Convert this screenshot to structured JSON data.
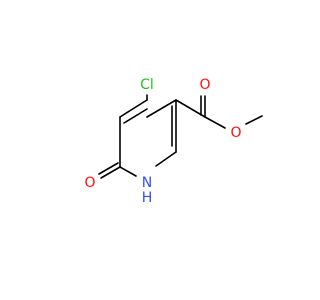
{
  "molecule": {
    "atoms": [
      {
        "id": "cl",
        "label": "Cl",
        "element": "Cl",
        "color": "#1fc41f"
      },
      {
        "id": "o_carbonyl_ester",
        "label": "O",
        "element": "O",
        "color": "#ff0d0d"
      },
      {
        "id": "o_ether",
        "label": "O",
        "element": "O",
        "color": "#ff0d0d"
      },
      {
        "id": "o_ketone",
        "label": "O",
        "element": "O",
        "color": "#ff0d0d"
      },
      {
        "id": "n_ring",
        "label": "N",
        "element": "N",
        "color": "#3050f8"
      },
      {
        "id": "h_on_n",
        "label": "H",
        "element": "H",
        "color": "#3050f8"
      }
    ],
    "bond_color": "#000000"
  }
}
